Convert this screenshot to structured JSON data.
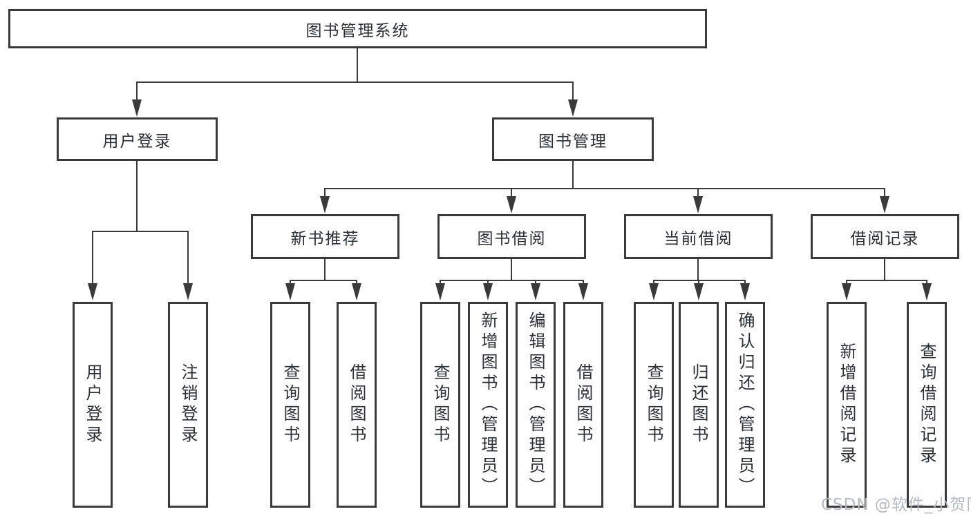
{
  "diagram_title": "图书管理系统",
  "colors": {
    "line": "#3a3a3a",
    "box_border": "#3a3a3a",
    "box_background": "#ffffff",
    "text": "#2b2f36",
    "watermark": "#b4bac3",
    "page_background": "#ffffff"
  },
  "watermark": {
    "text": "CSDN @软件_小贺同学"
  },
  "tree": {
    "root": {
      "label": "图书管理系统",
      "children": [
        {
          "label": "用户登录",
          "children": [
            {
              "label": "用户登录"
            },
            {
              "label": "注销登录"
            }
          ]
        },
        {
          "label": "图书管理",
          "children": [
            {
              "label": "新书推荐",
              "children": [
                {
                  "label": "查询图书"
                },
                {
                  "label": "借阅图书"
                }
              ]
            },
            {
              "label": "图书借阅",
              "children": [
                {
                  "label": "查询图书"
                },
                {
                  "label": "新增图书（管理员）"
                },
                {
                  "label": "编辑图书（管理员）"
                },
                {
                  "label": "借阅图书"
                }
              ]
            },
            {
              "label": "当前借阅",
              "children": [
                {
                  "label": "查询图书"
                },
                {
                  "label": "归还图书"
                },
                {
                  "label": "确认归还（管理员）"
                }
              ]
            },
            {
              "label": "借阅记录",
              "children": [
                {
                  "label": "新增借阅记录"
                },
                {
                  "label": "查询借阅记录"
                }
              ]
            }
          ]
        }
      ]
    }
  }
}
